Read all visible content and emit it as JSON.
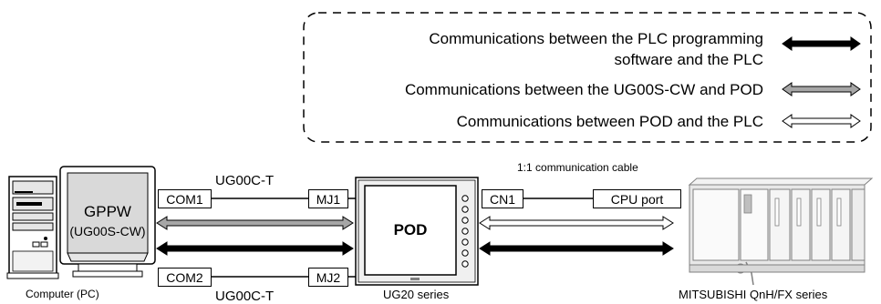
{
  "legend": {
    "plc_software": "Communications between the PLC programming software and the PLC",
    "plc_software_line1": "Communications between the PLC programming",
    "plc_software_line2": "software and the PLC",
    "ug00s_pod": "Communications between the UG00S-CW and POD",
    "pod_plc": "Communications between POD and the PLC"
  },
  "pc": {
    "software": "GPPW",
    "software_sub": "(UG00S-CW)",
    "caption": "Computer (PC)",
    "port1": "COM1",
    "port2": "COM2"
  },
  "cables": {
    "upper": "UG00C-T",
    "lower": "UG00C-T",
    "plc": "1:1 communication cable"
  },
  "pod": {
    "name": "POD",
    "port1": "MJ1",
    "port2": "MJ2",
    "port3": "CN1",
    "caption": "UG20 series"
  },
  "plc": {
    "port": "CPU port",
    "caption": "MITSUBISHI QnH/FX series"
  },
  "colors": {
    "black_arrow": "#000000",
    "gray_arrow": "#a6a6a6",
    "white_arrow": "#ffffff",
    "outline": "#000000"
  }
}
